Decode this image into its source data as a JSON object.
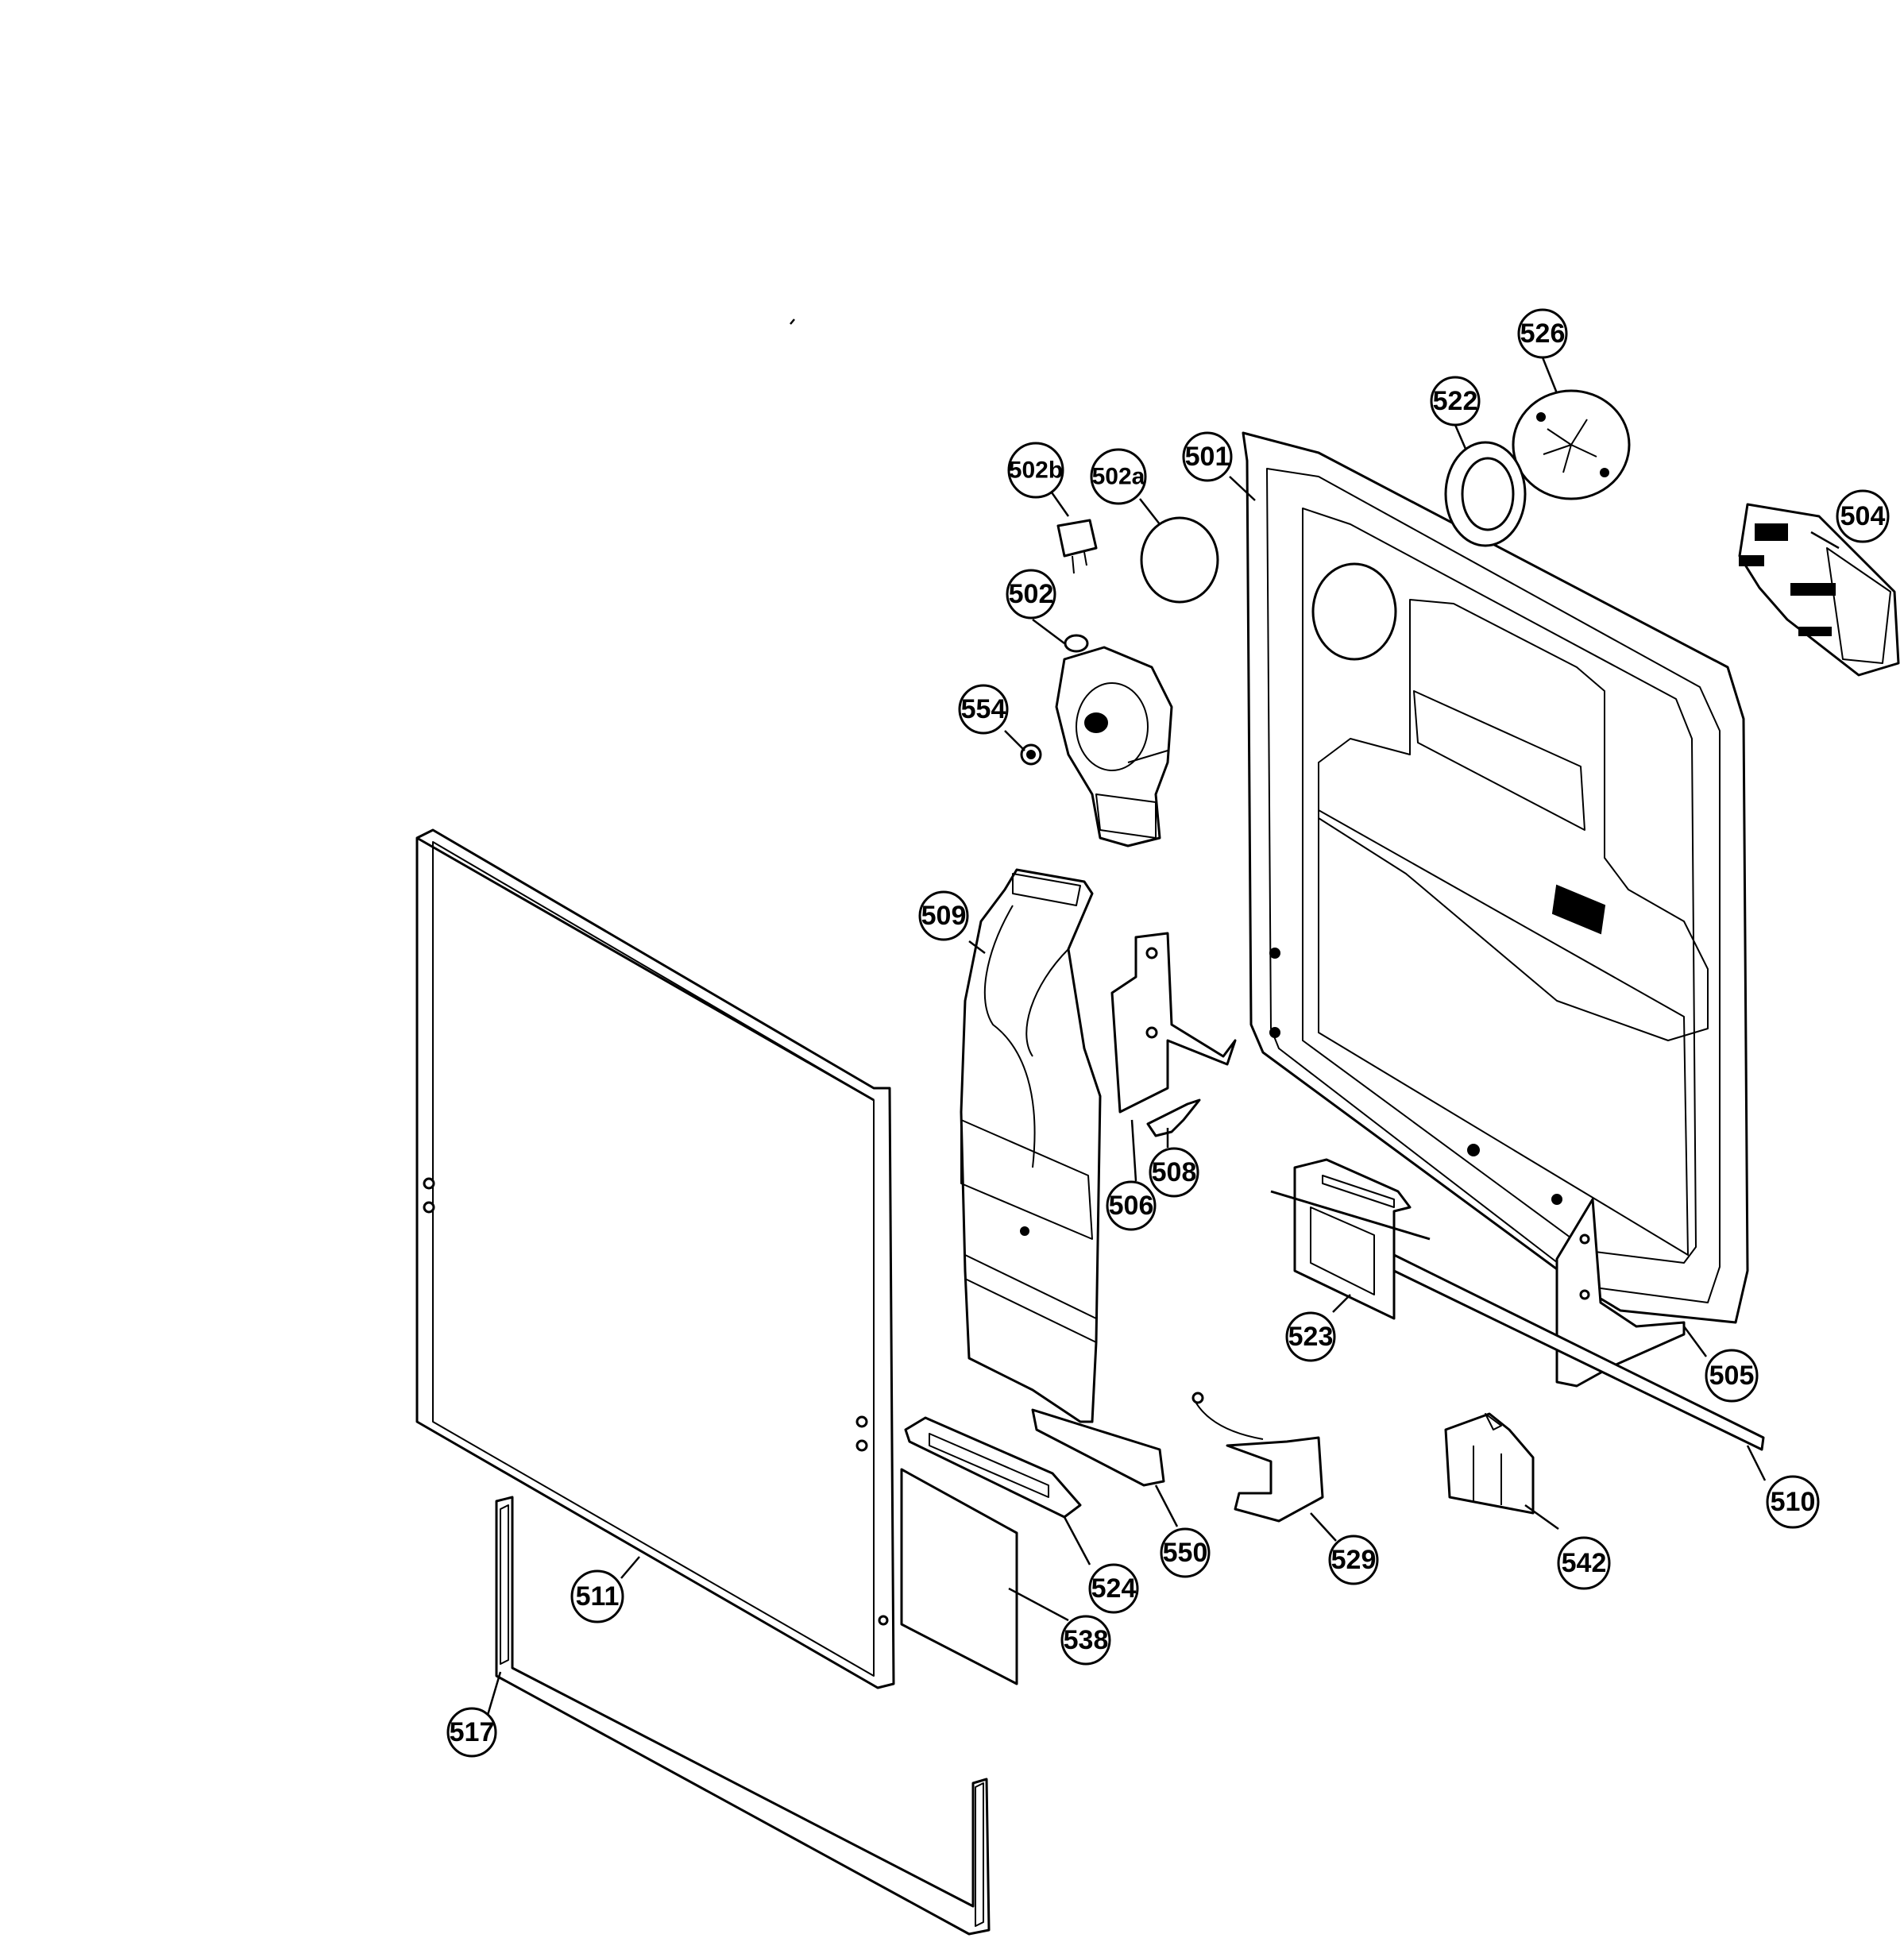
{
  "diagram": {
    "callouts": [
      {
        "id": "526",
        "label": "526"
      },
      {
        "id": "522",
        "label": "522"
      },
      {
        "id": "501",
        "label": "501"
      },
      {
        "id": "502b",
        "label": "502b"
      },
      {
        "id": "502a",
        "label": "502a"
      },
      {
        "id": "504",
        "label": "504"
      },
      {
        "id": "502",
        "label": "502"
      },
      {
        "id": "554",
        "label": "554"
      },
      {
        "id": "509",
        "label": "509"
      },
      {
        "id": "508",
        "label": "508"
      },
      {
        "id": "506",
        "label": "506"
      },
      {
        "id": "523",
        "label": "523"
      },
      {
        "id": "505",
        "label": "505"
      },
      {
        "id": "510",
        "label": "510"
      },
      {
        "id": "542",
        "label": "542"
      },
      {
        "id": "529",
        "label": "529"
      },
      {
        "id": "550",
        "label": "550"
      },
      {
        "id": "524",
        "label": "524"
      },
      {
        "id": "511",
        "label": "511"
      },
      {
        "id": "538",
        "label": "538"
      },
      {
        "id": "517",
        "label": "517"
      }
    ]
  }
}
